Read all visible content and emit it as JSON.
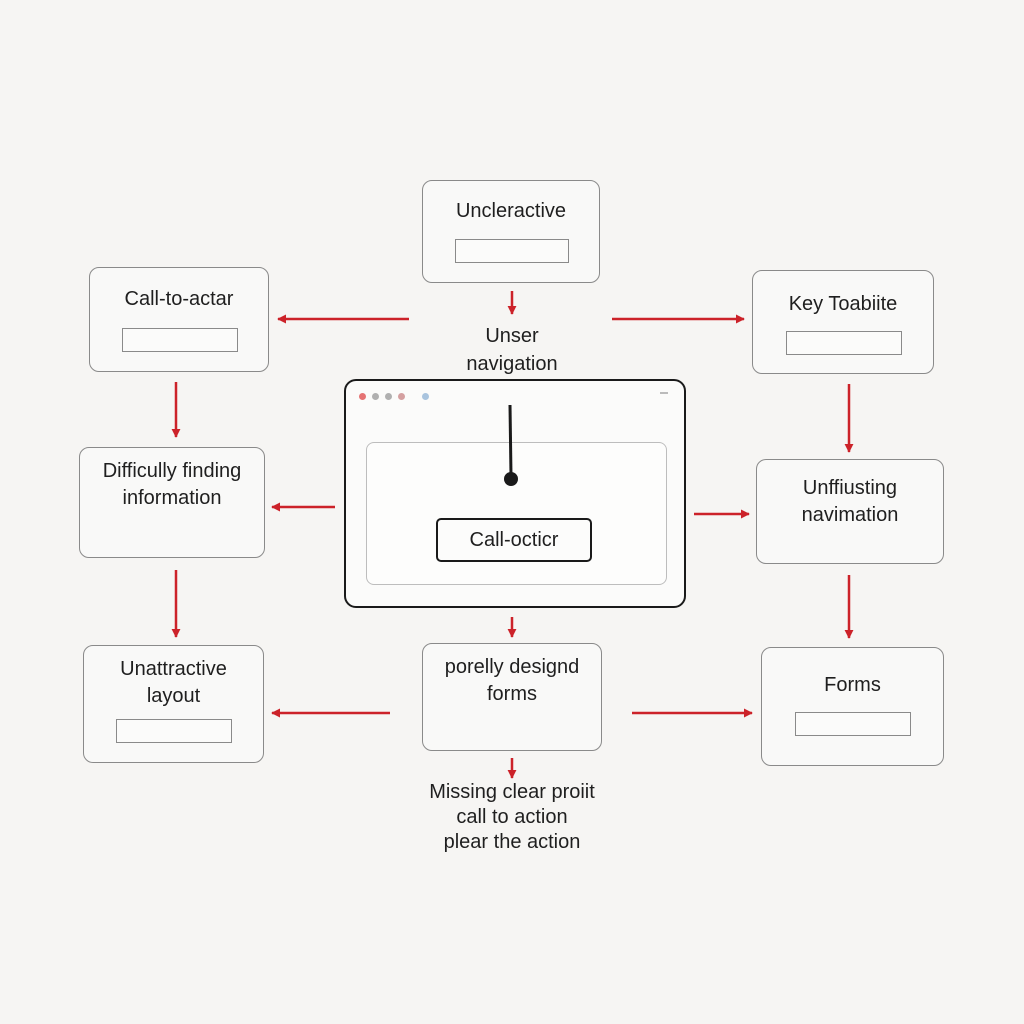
{
  "colors": {
    "background": "#f6f5f3",
    "arrow": "#cc2229",
    "box_border": "#8a8a8a",
    "browser_border": "#1a1a1a",
    "text": "#1f1f1f"
  },
  "nodes": {
    "top": {
      "label": "Uncleractive"
    },
    "top_left": {
      "label": "Call-to-actar"
    },
    "top_right": {
      "label": "Key Toabiite"
    },
    "mid_left": {
      "label": "Difficully finding\ninformation"
    },
    "mid_right": {
      "label": "Unffiusting\nnavimation"
    },
    "bottom_left": {
      "label": "Unattractive\nlayout"
    },
    "bottom_center": {
      "label": "porelly designd\nforms"
    },
    "bottom_right": {
      "label": "Forms"
    }
  },
  "free_labels": {
    "center_top": "Unser\nnavigation",
    "bottom": "Missing clear proiit\ncall to action\nplear the action"
  },
  "browser": {
    "window_dot_colors": [
      "#e57373",
      "#b0b0b0",
      "#b0b0b0",
      "#d4a0a0",
      "#a9c4de"
    ],
    "cta_label": "Call-octicr"
  }
}
